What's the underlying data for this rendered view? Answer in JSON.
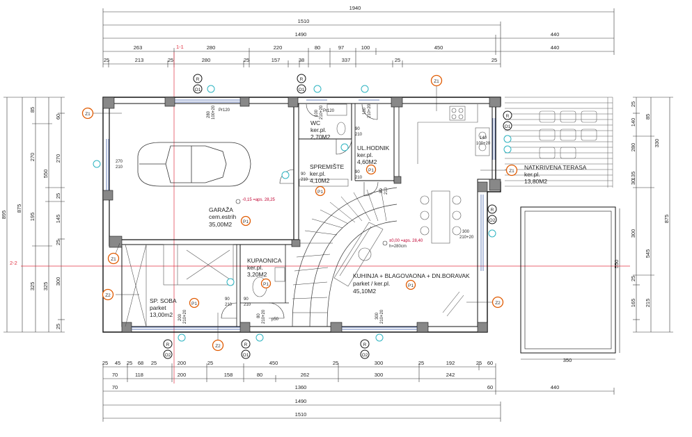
{
  "dims_top": {
    "row1": [
      "1940"
    ],
    "row2": [
      "1510"
    ],
    "row3": [
      "1490",
      "440"
    ],
    "row4": [
      "263",
      "280",
      "220",
      "80",
      "97",
      "100",
      "450",
      "440"
    ],
    "row5": [
      "25",
      "213",
      "25",
      "280",
      "25",
      "157",
      "38",
      "337",
      "25",
      "25"
    ]
  },
  "dims_bottom": {
    "row1": [
      "25",
      "45",
      "25",
      "68",
      "25",
      "200",
      "25",
      "450",
      "25",
      "300",
      "25",
      "192",
      "25",
      "60"
    ],
    "row2": [
      "70",
      "118",
      "200",
      "158",
      "80",
      "262",
      "300",
      "242"
    ],
    "row3": [
      "70",
      "1360",
      "60",
      "440"
    ],
    "row4": [
      "1490"
    ],
    "row5": [
      "1510"
    ],
    "terrace_width": "350"
  },
  "dims_left": {
    "outer": [
      "895"
    ],
    "col2": [
      "875"
    ],
    "col3": [
      "270",
      "550",
      "325"
    ],
    "col4": [
      "85",
      "270",
      "25",
      "195",
      "25",
      "325"
    ],
    "col5": [
      "60",
      "25",
      "270",
      "25",
      "145",
      "25",
      "300",
      "25"
    ]
  },
  "dims_right": {
    "col1": [
      "25",
      "140",
      "25",
      "280",
      "30",
      "25",
      "135",
      "300",
      "25",
      "165",
      "25"
    ],
    "col2": [
      "85",
      "330",
      "545",
      "215"
    ],
    "col3": [
      "875"
    ],
    "terrace_depth": "550"
  },
  "rooms": {
    "garage": [
      "GARAŽA",
      "cem.estrih",
      "35,00M2"
    ],
    "wc": [
      "WC",
      "ker.pl.",
      "2,70M2"
    ],
    "hall": [
      "UL.HODNIK",
      "ker.pl.",
      "4,60M2"
    ],
    "pantry": [
      "SPREMIŠTE",
      "ker.pl.",
      "4,10M2"
    ],
    "bathroom": [
      "KUPAONICA",
      "ker.pl.",
      "3,20M2"
    ],
    "bedroom": [
      "SP. SOBA",
      "parket",
      "13,00m2"
    ],
    "kitchen": [
      "KUHINJA + BLAGOVAONA + DN.BORAVAK",
      "parket / ker.pl.",
      "45,10M2"
    ],
    "terrace": [
      "NATKRIVENA TERASA",
      "ker.pl.",
      "13,80M2"
    ]
  },
  "levels": {
    "garage": "-0,15 =aps. 28,25",
    "living_a": "±0,00 =aps. 28,40",
    "living_b": "h=280cm"
  },
  "sections": {
    "a": "1-1",
    "b": "2-2"
  },
  "tags": {
    "z1": "Z1",
    "z2": "Z2",
    "p1": "P1",
    "o1": "O1",
    "o2": "O2",
    "r": "R"
  },
  "openings": {
    "pr120": "Pr120",
    "d90_210": [
      "90",
      "210"
    ],
    "d80_210": [
      "80",
      "210"
    ],
    "d270_210": [
      "270",
      "210"
    ],
    "d300_210": [
      "300",
      "210+20"
    ],
    "d100_210": [
      "100",
      "210+20"
    ],
    "d200_210": [
      "200",
      "210+20"
    ],
    "d140_100": [
      "140",
      "100+20"
    ],
    "w280_100": [
      "280",
      "100+20"
    ],
    "p50": "p50"
  },
  "colors": {
    "tag": "#e05a00",
    "cut": "#e03040",
    "cyan": "#2bb3c0",
    "wall": "#111111"
  }
}
